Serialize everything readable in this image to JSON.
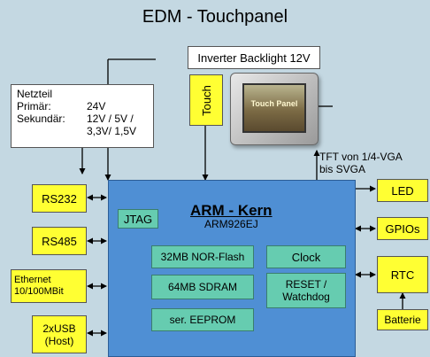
{
  "title": "EDM - Touchpanel",
  "inverter": "Inverter Backlight 12V",
  "touch": "Touch",
  "panel_photo": {
    "screen_text": "Touch Panel"
  },
  "netzteil": {
    "heading": "Netzteil",
    "primar_label": "Primär:",
    "primar_value": "24V",
    "sekundar_label": "Sekundär:",
    "sekundar_value_1": "12V / 5V /",
    "sekundar_value_2": "3,3V/ 1,5V"
  },
  "tft_note": {
    "line1": "TFT von 1/4-VGA",
    "line2": "bis SVGA"
  },
  "arm_core": {
    "title": "ARM - Kern",
    "subtitle": "ARM926EJ"
  },
  "blocks": {
    "jtag": "JTAG",
    "nor_flash": "32MB NOR-Flash",
    "clock": "Clock",
    "sdram": "64MB SDRAM",
    "reset_1": "RESET /",
    "reset_2": "Watchdog",
    "eeprom": "ser. EEPROM"
  },
  "left_ports": {
    "rs232": "RS232",
    "rs485": "RS485",
    "ethernet_1": "Ethernet",
    "ethernet_2": "10/100MBit",
    "usb_1": "2xUSB",
    "usb_2": "(Host)"
  },
  "right_ports": {
    "led": "LED",
    "gpios": "GPIOs",
    "rtc": "RTC",
    "batterie": "Batterie"
  }
}
